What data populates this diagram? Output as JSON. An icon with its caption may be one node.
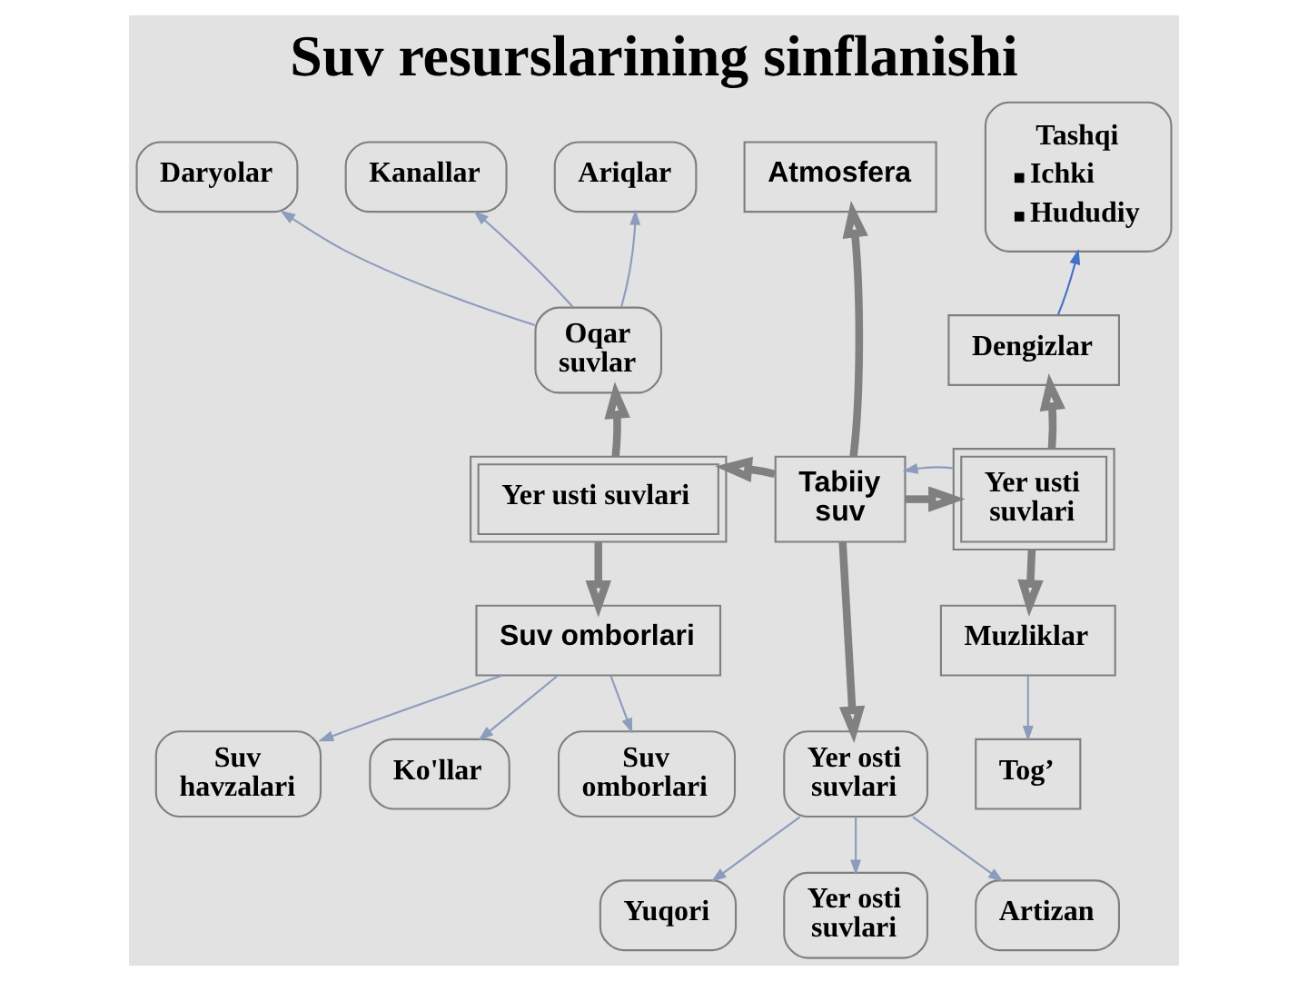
{
  "diagram": {
    "title": "Suv resurslarining sinflanishi",
    "nodes": [
      {
        "text": [
          "Daryolar"
        ]
      },
      {
        "text": [
          "Kanallar"
        ]
      },
      {
        "text": [
          "Ariqlar"
        ]
      },
      {
        "text": [
          "Atmosfera"
        ]
      },
      {
        "text": [
          "Tashqi",
          "Ichki",
          "Hududiy"
        ]
      },
      {
        "text": [
          "Oqar suvlar"
        ]
      },
      {
        "text": [
          "Dengizlar"
        ]
      },
      {
        "text": [
          "Yer usti suvlari"
        ]
      },
      {
        "text": [
          "Tabiiy suv"
        ]
      },
      {
        "text": [
          "Yer usti suvlari"
        ]
      },
      {
        "text": [
          "Suv havzalari"
        ]
      },
      {
        "text": [
          "Suv omborlari"
        ]
      },
      {
        "text": [
          "Muzliklar"
        ]
      },
      {
        "text": [
          "Yer osti suvlari"
        ]
      },
      {
        "text": [
          "Tog’"
        ]
      },
      {
        "text": [
          "Ko'llar"
        ]
      },
      {
        "text": [
          "Suv omborlari"
        ]
      },
      {
        "text": [
          "Yuqori"
        ]
      },
      {
        "text": [
          "Yer osti suvlari"
        ]
      },
      {
        "text": [
          "Artizan"
        ]
      }
    ],
    "edges": [
      {
        "from": 5,
        "to": 0,
        "arrow": "to"
      },
      {
        "from": 5,
        "to": 1,
        "arrow": "to"
      },
      {
        "from": 5,
        "to": 2,
        "arrow": "to"
      },
      {
        "from": 8,
        "to": 3,
        "arrow": "to",
        "style": "thick",
        "color": "#808080"
      },
      {
        "from": 6,
        "to": 4,
        "arrow": "to",
        "color": "#4472c4"
      },
      {
        "from": 7,
        "to": 5,
        "arrow": "to",
        "style": "thick",
        "color": "#808080"
      },
      {
        "from": 9,
        "to": 6,
        "arrow": "to",
        "style": "thick",
        "color": "#808080"
      },
      {
        "from": 8,
        "to": 7,
        "arrow": "to",
        "style": "thick",
        "color": "#808080"
      },
      {
        "from": 8,
        "to": 9,
        "arrow": "to",
        "style": "thick",
        "color": "#808080"
      },
      {
        "from": 9,
        "to": 8,
        "arrow": "to"
      },
      {
        "from": 11,
        "to": 10,
        "arrow": "to"
      },
      {
        "from": 7,
        "to": 11,
        "arrow": "to",
        "style": "thick",
        "color": "#808080"
      },
      {
        "from": 9,
        "to": 12,
        "arrow": "to",
        "style": "thick",
        "color": "#808080"
      },
      {
        "from": 8,
        "to": 13,
        "arrow": "to",
        "style": "thick",
        "color": "#808080"
      },
      {
        "from": 12,
        "to": 14,
        "arrow": "to"
      },
      {
        "from": 11,
        "to": 15,
        "arrow": "to"
      },
      {
        "from": 11,
        "to": 16,
        "arrow": "to"
      },
      {
        "from": 13,
        "to": 17,
        "arrow": "to"
      },
      {
        "from": 13,
        "to": 18,
        "arrow": "to"
      },
      {
        "from": 13,
        "to": 19,
        "arrow": "to"
      }
    ]
  }
}
